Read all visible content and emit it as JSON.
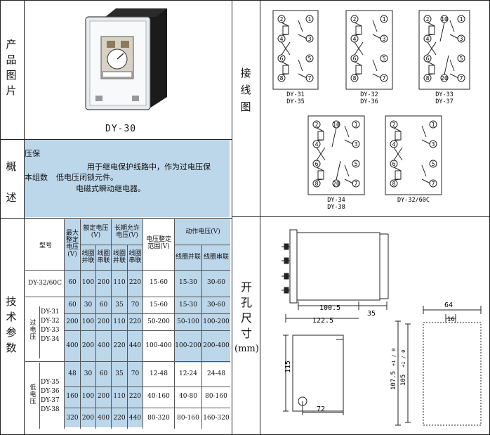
{
  "left_labels": {
    "product_image": [
      "产",
      "品",
      "图",
      "片"
    ],
    "overview": [
      "概",
      "述"
    ],
    "tech_params": [
      "技",
      "术",
      "参",
      "数"
    ]
  },
  "right_labels": {
    "wiring": [
      "接",
      "线",
      "图"
    ],
    "cutout": [
      "开",
      "孔",
      "尺",
      "寸",
      "(mm)"
    ]
  },
  "product": {
    "model_caption": "DY-30"
  },
  "overview": {
    "fragment_1": "压保",
    "fragment_2": "本组数",
    "line_1": "用于继电保护线路中，作为过电压保",
    "line_2": "低电压闭锁元件。",
    "line_3": "电磁式瞬动继电器。"
  },
  "table": {
    "headers": {
      "model": "型号",
      "max_setting": "最大整定电压(V)",
      "rated_voltage": "额定电压(V)",
      "long_term": "长期允许电压(V)",
      "setting_range": "电压整定范围(V)",
      "action_voltage": "动作电压(V)",
      "coil_parallel": "线圈并联",
      "coil_series": "线圈串联"
    },
    "rows": [
      {
        "model": "DY-32/60C",
        "max": "60",
        "r_par": "100",
        "r_ser": "200",
        "l_par": "110",
        "l_ser": "220",
        "range": "15-60",
        "a_par": "15-30",
        "a_ser": "30-60"
      },
      {
        "max": "60",
        "r_par": "30",
        "r_ser": "60",
        "l_par": "35",
        "l_ser": "70",
        "range": "15-60",
        "a_par": "15-30",
        "a_ser": "30-60"
      },
      {
        "max": "200",
        "r_par": "100",
        "r_ser": "200",
        "l_par": "110",
        "l_ser": "220",
        "range": "50-200",
        "a_par": "50-100",
        "a_ser": "100-200"
      },
      {
        "max": "400",
        "r_par": "200",
        "r_ser": "400",
        "l_par": "220",
        "l_ser": "440",
        "range": "100-400",
        "a_par": "100-200",
        "a_ser": "200-400"
      },
      {
        "max": "48",
        "r_par": "30",
        "r_ser": "60",
        "l_par": "35",
        "l_ser": "70",
        "range": "12-48",
        "a_par": "12-24",
        "a_ser": "24-48"
      },
      {
        "max": "160",
        "r_par": "100",
        "r_ser": "200",
        "l_par": "110",
        "l_ser": "220",
        "range": "40-160",
        "a_par": "40-80",
        "a_ser": "80-160"
      },
      {
        "max": "320",
        "r_par": "200",
        "r_ser": "400",
        "l_par": "220",
        "l_ser": "440",
        "range": "80-320",
        "a_par": "80-160",
        "a_ser": "160-320"
      }
    ],
    "group_over": {
      "label": "过电压",
      "models": [
        "DY-31",
        "DY-32",
        "DY-33",
        "DY-34"
      ]
    },
    "group_under": {
      "label": "低电压",
      "models": [
        "DY-35",
        "DY-36",
        "DY-37",
        "DY-38"
      ]
    }
  },
  "wiring_captions": {
    "d1": [
      "DY-31",
      "DY-35"
    ],
    "d2": [
      "DY-32",
      "DY-36"
    ],
    "d3": [
      "DY-33",
      "DY-37"
    ],
    "d4": [
      "DY-34",
      "DY-38"
    ],
    "d5": [
      "DY-32/60C"
    ]
  },
  "dimensions": {
    "d_100_5": "100.5",
    "d_122_5": "122.5",
    "d_35": "35",
    "d_115": "115",
    "d_72": "72",
    "d_64": "64",
    "d_16": "16",
    "d_107": "107.5",
    "d_107_tol": "+1 / 0",
    "d_105": "105",
    "d_105_tol": "+1 / 0"
  }
}
